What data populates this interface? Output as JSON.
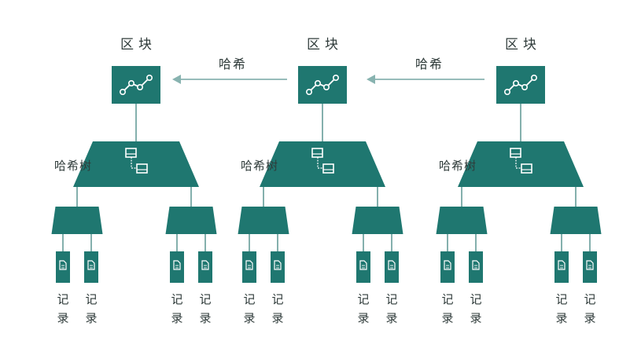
{
  "colors": {
    "node": "#1f7770",
    "line": "#4f8f8a",
    "arrow": "#88b3b0",
    "icon": "#ffffff",
    "text": "#2f3b3a"
  },
  "labels": {
    "block": "区块",
    "hash": "哈希",
    "merkle_tree": "哈希树",
    "record_top": "记",
    "record_bottom": "录"
  },
  "icons": {
    "block": "line-chart-icon",
    "tree_root": "linked-nodes-icon",
    "record": "document-icon"
  },
  "blocks": [
    {
      "id": "block-1"
    },
    {
      "id": "block-2"
    },
    {
      "id": "block-3"
    }
  ]
}
